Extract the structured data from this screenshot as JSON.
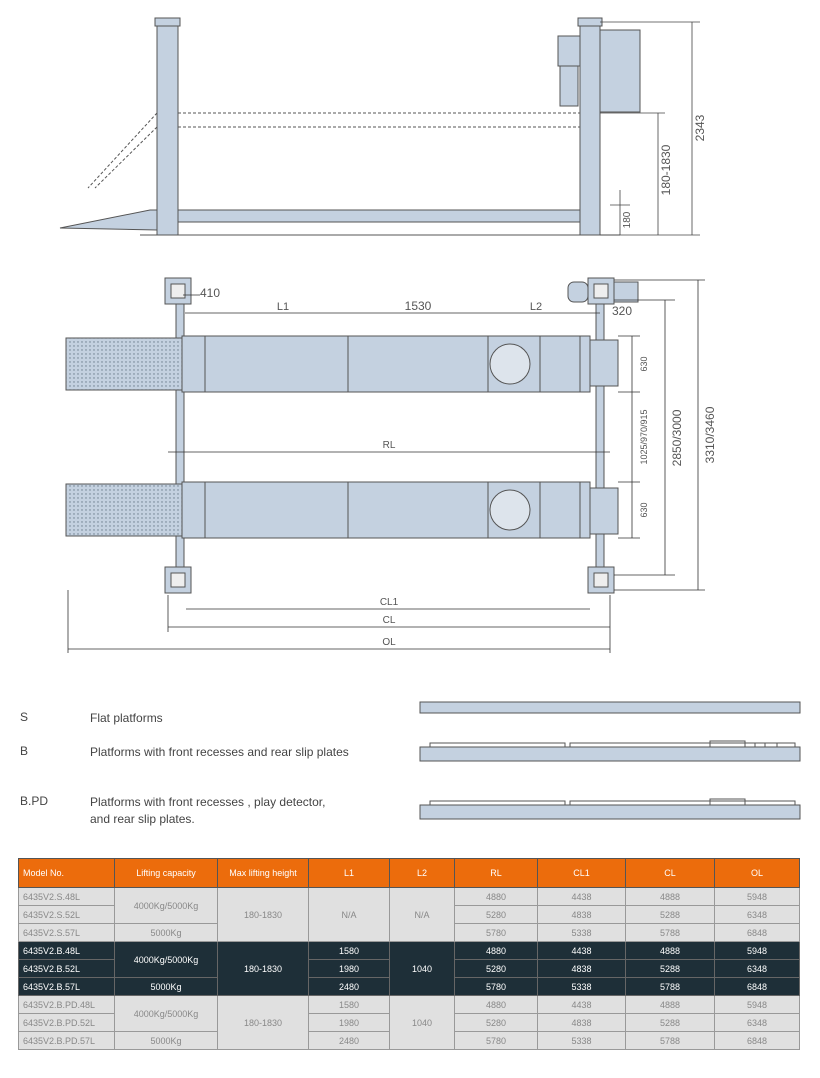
{
  "side_view": {
    "dims": {
      "total_height": "2343",
      "lift_range": "180-1830",
      "min_height": "180"
    }
  },
  "plan_view": {
    "dims": {
      "post_offset": "410",
      "l1": "L1",
      "gap": "1530",
      "l2": "L2",
      "post_width": "320",
      "rl": "RL",
      "cl1": "CL1",
      "cl": "CL",
      "ol": "OL",
      "platform_width_1": "630",
      "platform_gap": "1025/970/915",
      "platform_width_2": "630",
      "inner_width": "2850/3000",
      "outer_width": "3310/3460"
    }
  },
  "legend": [
    {
      "code": "S",
      "description": "Flat platforms"
    },
    {
      "code": "B",
      "description": "Platforms with front recesses and rear slip plates"
    },
    {
      "code": "B.PD",
      "description": "Platforms with front recesses , play detector,",
      "description_line2": "and rear slip plates."
    }
  ],
  "colors": {
    "header": "#ec6c0c",
    "dark_row": "#1e2f38",
    "light_row": "#e0e0e0",
    "steel": "#c4d1e0"
  },
  "table": {
    "headers": [
      "Model No.",
      "Lifting capacity",
      "Max lifting height",
      "L1",
      "L2",
      "RL",
      "CL1",
      "CL",
      "OL"
    ],
    "groups": [
      {
        "capacity_a": "4000Kg/5000Kg",
        "capacity_b": "5000Kg",
        "max_height": "180-1830",
        "l2": "N/A",
        "l1_merged": "N/A",
        "rows": [
          {
            "model": "6435V2.S.48L",
            "rl": "4880",
            "cl1": "4438",
            "cl": "4888",
            "ol": "5948"
          },
          {
            "model": "6435V2.S.52L",
            "rl": "5280",
            "cl1": "4838",
            "cl": "5288",
            "ol": "6348"
          },
          {
            "model": "6435V2.S.57L",
            "rl": "5780",
            "cl1": "5338",
            "cl": "5788",
            "ol": "6848"
          }
        ]
      },
      {
        "capacity_a": "4000Kg/5000Kg",
        "capacity_b": "5000Kg",
        "max_height": "180-1830",
        "l2": "1040",
        "rows": [
          {
            "model": "6435V2.B.48L",
            "l1": "1580",
            "rl": "4880",
            "cl1": "4438",
            "cl": "4888",
            "ol": "5948"
          },
          {
            "model": "6435V2.B.52L",
            "l1": "1980",
            "rl": "5280",
            "cl1": "4838",
            "cl": "5288",
            "ol": "6348"
          },
          {
            "model": "6435V2.B.57L",
            "l1": "2480",
            "rl": "5780",
            "cl1": "5338",
            "cl": "5788",
            "ol": "6848"
          }
        ]
      },
      {
        "capacity_a": "4000Kg/5000Kg",
        "capacity_b": "5000Kg",
        "max_height": "180-1830",
        "l2": "1040",
        "rows": [
          {
            "model": "6435V2.B.PD.48L",
            "l1": "1580",
            "rl": "4880",
            "cl1": "4438",
            "cl": "4888",
            "ol": "5948"
          },
          {
            "model": "6435V2.B.PD.52L",
            "l1": "1980",
            "rl": "5280",
            "cl1": "4838",
            "cl": "5288",
            "ol": "6348"
          },
          {
            "model": "6435V2.B.PD.57L",
            "l1": "2480",
            "rl": "5780",
            "cl1": "5338",
            "cl": "5788",
            "ol": "6848"
          }
        ]
      }
    ]
  }
}
